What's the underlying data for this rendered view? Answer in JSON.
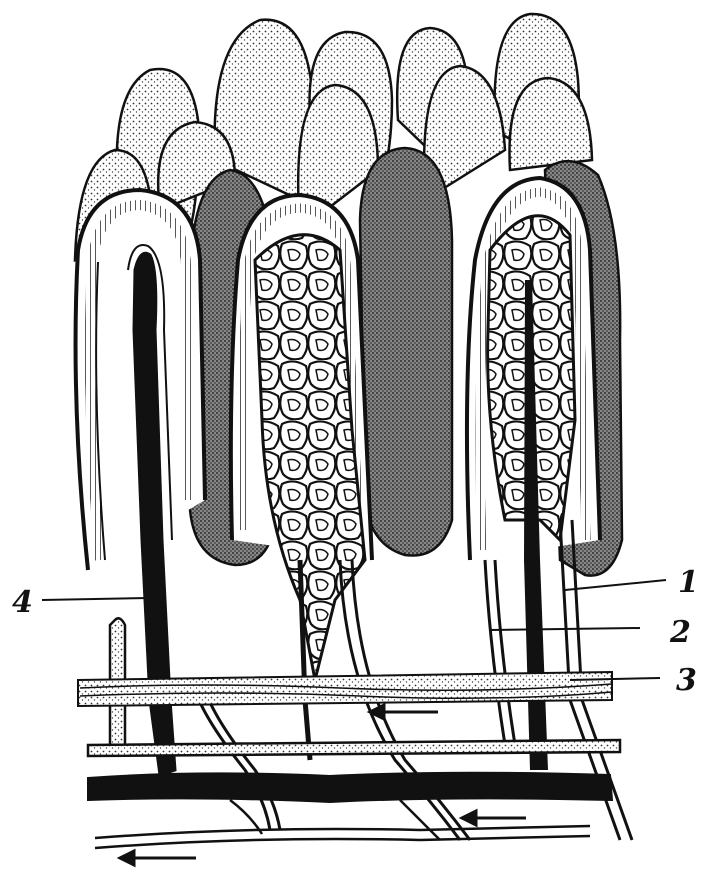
{
  "figure": {
    "callouts": [
      {
        "id": "1",
        "text": "1"
      },
      {
        "id": "2",
        "text": "2"
      },
      {
        "id": "3",
        "text": "3"
      },
      {
        "id": "4",
        "text": "4"
      }
    ],
    "colors": {
      "ink": "#111111",
      "stipple": "#3a3a3a",
      "paper": "#ffffff"
    },
    "icons": [
      "flow-arrow-icon"
    ]
  }
}
